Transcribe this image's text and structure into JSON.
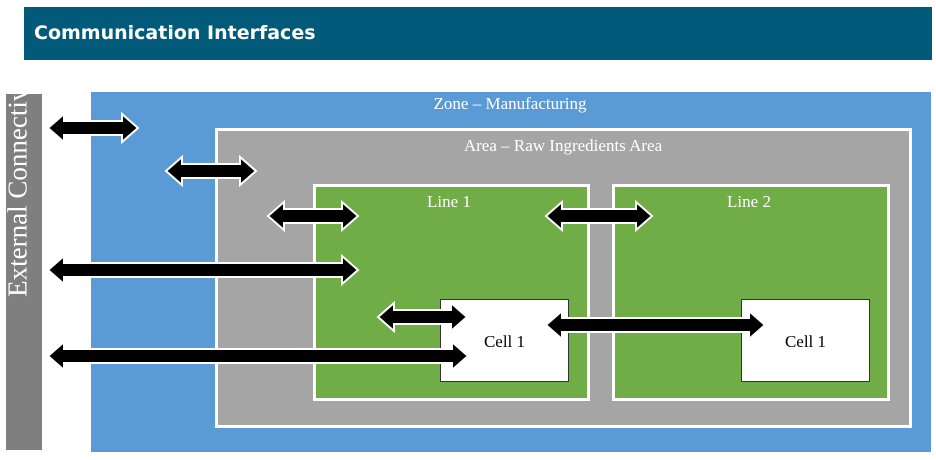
{
  "header": {
    "title": "Communication Interfaces"
  },
  "sidebar": {
    "label": "External Connectivity"
  },
  "zone": {
    "label": "Zone – Manufacturing"
  },
  "area": {
    "label": "Area – Raw Ingredients Area"
  },
  "line1": {
    "label": "Line 1",
    "cell_label": "Cell 1"
  },
  "line2": {
    "label": "Line 2",
    "cell_label": "Cell 1"
  },
  "colors": {
    "header_bg": "#015a7a",
    "zone_bg": "#5b9bd5",
    "area_bg": "#a5a5a5",
    "line_bg": "#70ad47",
    "sidebar_bg": "#7f7f7f",
    "arrow_fill": "#000000"
  }
}
